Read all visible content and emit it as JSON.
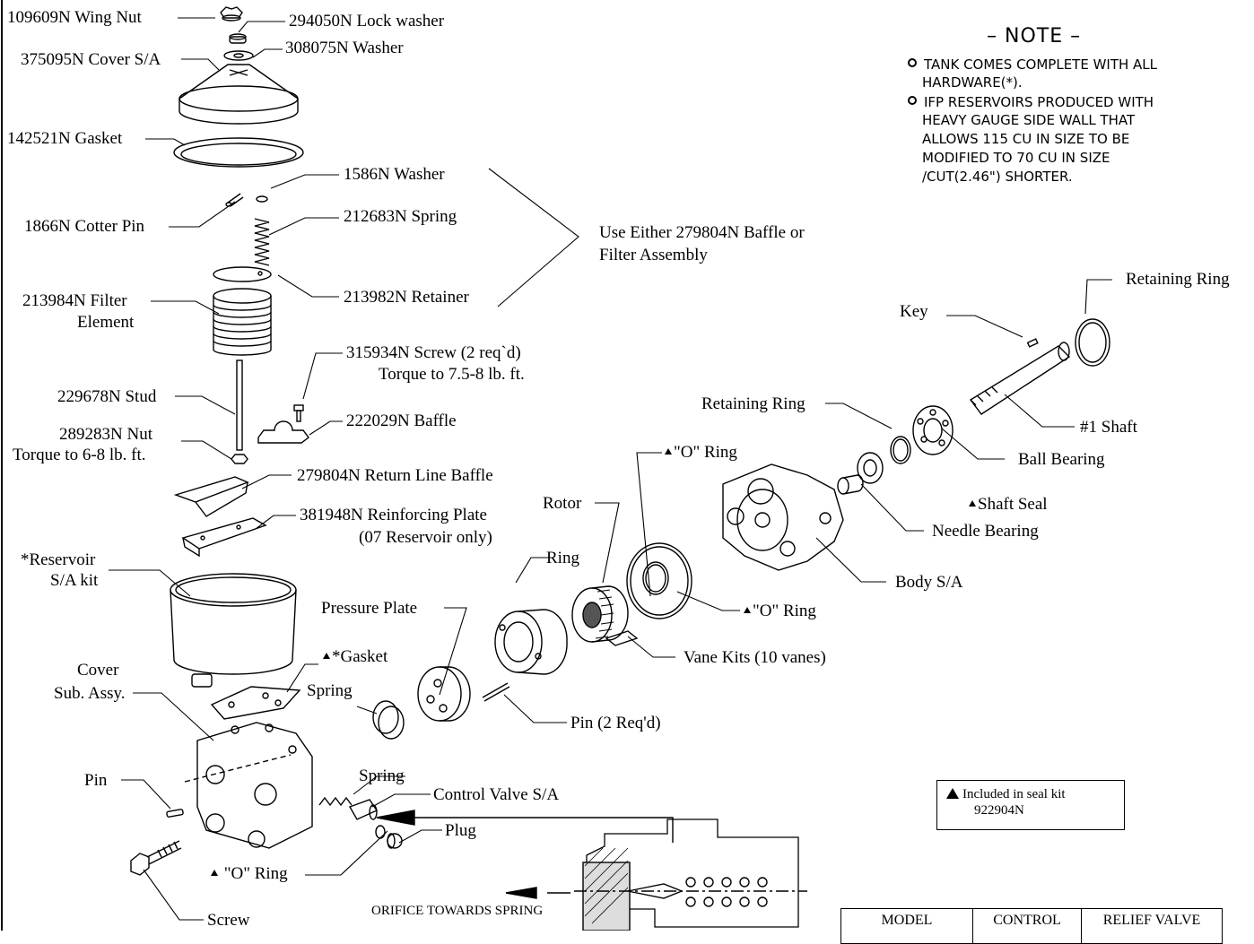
{
  "labels": {
    "wing_nut": "109609N Wing Nut",
    "lock_washer": "294050N Lock washer",
    "washer_308075": "308075N Washer",
    "cover_sa": "375095N Cover S/A",
    "gasket_142521": "142521N Gasket",
    "washer_1586": "1586N Washer",
    "cotter_pin": "1866N Cotter Pin",
    "spring_212683": "212683N Spring",
    "retainer": "213982N Retainer",
    "filter_element_line1": "213984N Filter",
    "filter_element_line2": "Element",
    "screw_315934": "315934N Screw (2 req`d)",
    "screw_torque": "Torque to 7.5-8 lb. ft.",
    "stud": "229678N Stud",
    "baffle_222029": "222029N Baffle",
    "nut_289283": "289283N Nut",
    "nut_torque": "Torque to 6-8 lb. ft.",
    "return_line_baffle": "279804N Return Line Baffle",
    "reinforcing_plate": "381948N Reinforcing Plate",
    "reinforcing_plate_note": "(07 Reservoir only)",
    "reservoir_line1": "*Reservoir",
    "reservoir_line2": "S/A kit",
    "gasket_star": "*Gasket",
    "cover_sub_line1": "Cover",
    "cover_sub_line2": "Sub. Assy.",
    "spring_left": "Spring",
    "pin_left": "Pin",
    "spring_control": "Spring",
    "control_valve": "Control Valve S/A",
    "plug": "Plug",
    "o_ring_bottom": "\"O\" Ring",
    "screw": "Screw",
    "orifice": "ORIFICE TOWARDS SPRING",
    "baffle_or_filter_line1": "Use Either 279804N Baffle or",
    "baffle_or_filter_line2": "Filter Assembly",
    "pressure_plate": "Pressure Plate",
    "pin_2": "Pin (2 Req'd)",
    "ring": "Ring",
    "rotor": "Rotor",
    "o_ring_upper": "\"O\" Ring",
    "o_ring_mid": "\"O\" Ring",
    "vane_kits": "Vane Kits (10 vanes)",
    "retaining_ring_mid": "Retaining Ring",
    "retaining_ring_top": "Retaining Ring",
    "key": "Key",
    "shaft": "#1 Shaft",
    "ball_bearing": "Ball Bearing",
    "shaft_seal": "Shaft Seal",
    "needle_bearing": "Needle Bearing",
    "body_sa": "Body S/A"
  },
  "note": {
    "title": "– NOTE –",
    "bullet1_line1": "TANK COMES COMPLETE WITH ALL",
    "bullet1_line2": "HARDWARE(*).",
    "bullet2_line1": "IFP RESERVOIRS PRODUCED WITH",
    "bullet2_line2": "HEAVY GAUGE SIDE WALL THAT",
    "bullet2_line3": "ALLOWS 115 CU IN SIZE TO BE",
    "bullet2_line4": "MODIFIED TO 70 CU IN SIZE",
    "bullet2_line5": "/CUT(2.46\") SHORTER."
  },
  "seal_kit": {
    "line1": "Included in seal kit",
    "line2": "922904N"
  },
  "table": {
    "headers": [
      "MODEL",
      "CONTROL",
      "RELIEF VALVE"
    ]
  }
}
